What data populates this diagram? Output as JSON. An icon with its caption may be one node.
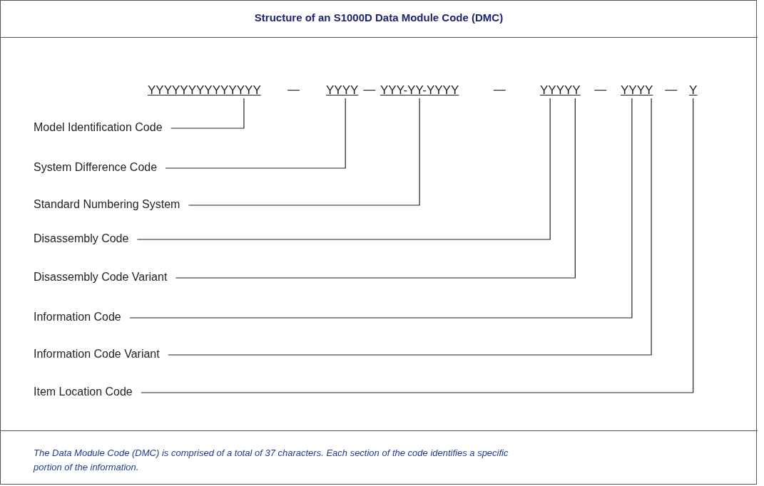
{
  "diagram": {
    "title": "Structure of an S1000D Data Module Code (DMC)",
    "caption": "The Data Module Code (DMC) is comprised of a total of 37 characters.  Each section of the code identifies a specific portion of the information.",
    "nodes": [
      {
        "text": [
          "YYYYYYYYYYYYYY"
        ]
      },
      {
        "text": [
          "YYYY"
        ]
      },
      {
        "text": [
          "YYY-YY-YYYY"
        ]
      },
      {
        "text": [
          "YYYYY"
        ]
      },
      {
        "text": [
          "YYYY"
        ]
      },
      {
        "text": [
          "Y"
        ]
      },
      {
        "text": [
          "Model Identification Code"
        ]
      },
      {
        "text": [
          "System Difference Code"
        ]
      },
      {
        "text": [
          "Standard Numbering System"
        ]
      },
      {
        "text": [
          "Disassembly Code"
        ]
      },
      {
        "text": [
          "Disassembly Code Variant"
        ]
      },
      {
        "text": [
          "Information Code"
        ]
      },
      {
        "text": [
          "Information Code Variant"
        ]
      },
      {
        "text": [
          "Item Location Code"
        ]
      }
    ],
    "edges": [
      {
        "from": 6,
        "to": 0,
        "arrow": "none"
      },
      {
        "from": 7,
        "to": 1,
        "arrow": "none"
      },
      {
        "from": 8,
        "to": 2,
        "arrow": "none"
      },
      {
        "from": 9,
        "to": 3,
        "arrow": "none"
      },
      {
        "from": 10,
        "to": 3,
        "arrow": "none"
      },
      {
        "from": 11,
        "to": 4,
        "arrow": "none"
      },
      {
        "from": 12,
        "to": 4,
        "arrow": "none"
      },
      {
        "from": 13,
        "to": 5,
        "arrow": "none"
      }
    ],
    "labels": [
      "—",
      "—",
      "—",
      "—",
      "—"
    ]
  }
}
